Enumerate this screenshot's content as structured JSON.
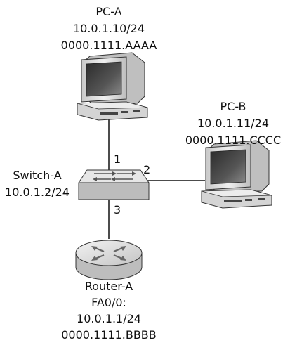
{
  "devices": {
    "pc_a": {
      "name": "PC-A",
      "ip": "10.0.1.10/24",
      "mac": "0000.1111.AAAA"
    },
    "pc_b": {
      "name": "PC-B",
      "ip": "10.0.1.11/24",
      "mac": "0000.1111.CCCC"
    },
    "switch_a": {
      "name": "Switch-A",
      "ip": "10.0.1.2/24"
    },
    "router_a": {
      "name": "Router-A",
      "interface": "FA0/0:",
      "ip": "10.0.1.1/24",
      "mac": "0000.1111.BBBB"
    }
  },
  "ports": {
    "to_pc_a": "1",
    "to_pc_b": "2",
    "to_router_a": "3"
  },
  "icons": [
    "computer-icon",
    "computer-icon",
    "switch-icon",
    "router-icon"
  ],
  "colors": {
    "device_body": "#d9d9d9",
    "device_shade": "#a6a6a6",
    "screen": "#4a4a4a",
    "line": "#111111"
  }
}
